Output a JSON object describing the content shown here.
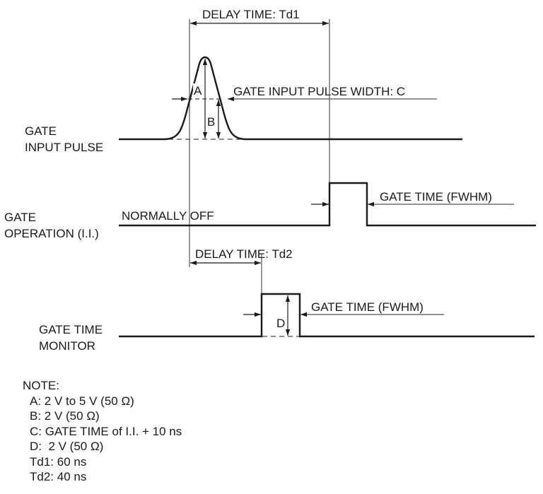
{
  "signals": {
    "gate_input_pulse": {
      "line1": "GATE",
      "line2": "INPUT PULSE"
    },
    "gate_operation": {
      "line1": "GATE",
      "line2": "OPERATION (I.I.)",
      "state": "NORMALLY OFF"
    },
    "gate_time_monitor": {
      "line1": "GATE TIME",
      "line2": "MONITOR"
    }
  },
  "annotations": {
    "delay_td1": "DELAY TIME: Td1",
    "delay_td2": "DELAY TIME: Td2",
    "pulse_width": "GATE INPUT PULSE WIDTH: C",
    "gate_time_op": "GATE TIME (FWHM)",
    "gate_time_mon": "GATE TIME (FWHM)",
    "marker_a": "A",
    "marker_b": "B",
    "marker_d": "D"
  },
  "note": {
    "title": "NOTE:",
    "items": [
      "A: 2 V to 5 V (50 Ω)",
      "B: 2 V (50 Ω)",
      "C: GATE TIME of I.I. + 10 ns",
      "D:  2 V (50 Ω)",
      "Td1: 60 ns",
      "Td2: 40 ns"
    ]
  },
  "colors": {
    "line": "#1a1a1a",
    "thin": "#555555"
  }
}
